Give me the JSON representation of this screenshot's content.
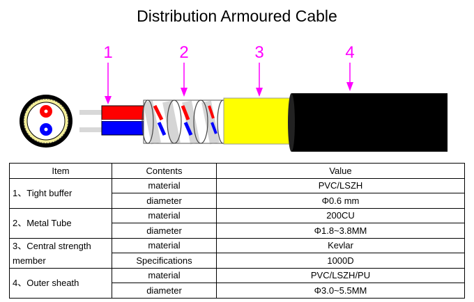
{
  "title": "Distribution Armoured Cable",
  "callouts": [
    "1",
    "2",
    "3",
    "4"
  ],
  "colors": {
    "callout": "#ff00ff",
    "red": "#ff0000",
    "blue": "#0000ff",
    "yellow": "#ffff00",
    "sheath": "#000000"
  },
  "table": {
    "headers": [
      "Item",
      "Contents",
      "Value"
    ],
    "groups": [
      {
        "item": "1、Tight buffer",
        "rows": [
          {
            "content": "material",
            "value": "PVC/LSZH"
          },
          {
            "content": "diameter",
            "value": "Φ0.6 mm"
          }
        ]
      },
      {
        "item": "2、Metal Tube",
        "rows": [
          {
            "content": "material",
            "value": "200CU"
          },
          {
            "content": "diameter",
            "value": "Φ1.8~3.8MM"
          }
        ]
      },
      {
        "item": "3、Central strength member",
        "rows": [
          {
            "content": "material",
            "value": "Kevlar"
          },
          {
            "content": "Specifications",
            "value": "1000D"
          }
        ]
      },
      {
        "item": "4、Outer sheath",
        "rows": [
          {
            "content": "material",
            "value": "PVC/LSZH/PU"
          },
          {
            "content": "diameter",
            "value": "Φ3.0~5.5MM"
          }
        ]
      }
    ]
  }
}
